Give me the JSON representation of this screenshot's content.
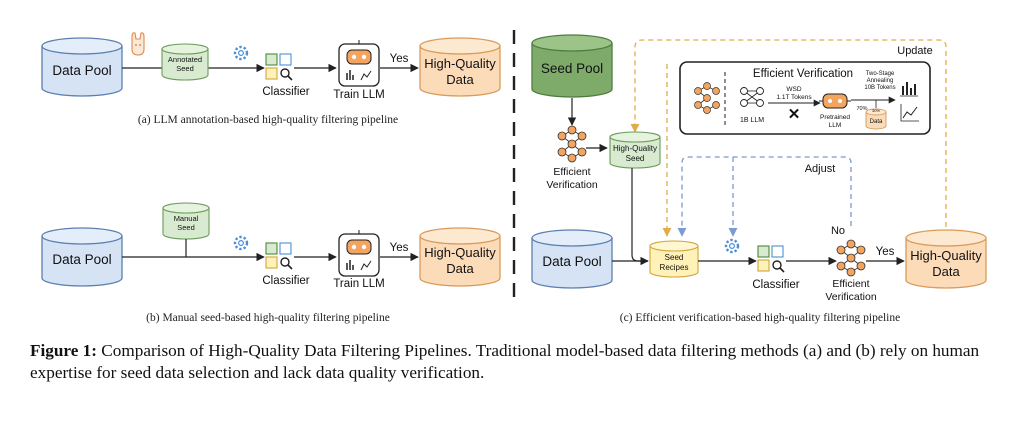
{
  "panel_a": {
    "data_pool": "Data Pool",
    "annotated_seed": [
      "Annotated",
      "Seed"
    ],
    "classifier": "Classifier",
    "train_llm": "Train LLM",
    "yes": "Yes",
    "hq_data": [
      "High-Quality",
      "Data"
    ],
    "caption": "(a) LLM annotation-based high-quality filtering pipeline"
  },
  "panel_b": {
    "data_pool": "Data Pool",
    "manual_seed": [
      "Manual",
      "Seed"
    ],
    "classifier": "Classifier",
    "train_llm": "Train LLM",
    "yes": "Yes",
    "hq_data": [
      "High-Quality",
      "Data"
    ],
    "caption": "(b) Manual seed-based high-quality filtering pipeline"
  },
  "panel_c": {
    "seed_pool": "Seed Pool",
    "efficient_verification": [
      "Efficient",
      "Verification"
    ],
    "hq_seed": [
      "High-Quality",
      "Seed"
    ],
    "update": "Update",
    "adjust": "Adjust",
    "data_pool": "Data Pool",
    "seed_recipes": [
      "Seed",
      "Recipes"
    ],
    "classifier": "Classifier",
    "no": "No",
    "yes": "Yes",
    "hq_data": [
      "High-Quality",
      "Data"
    ],
    "caption": "(c) Efficient verification-based high-quality filtering pipeline",
    "inset": {
      "title": "Efficient Verification",
      "llm_1b": "1B LLM",
      "wsd": [
        "WSD",
        "1.1T Tokens"
      ],
      "pretrained": [
        "Pretrained",
        "LLM"
      ],
      "annealing": [
        "Two-Stage",
        "Annealing",
        "10B Tokens"
      ],
      "pct70": "70%",
      "pct30": "30%",
      "data": "Data"
    }
  },
  "caption": {
    "label": "Figure 1:",
    "text": " Comparison of High-Quality Data Filtering Pipelines.  Traditional model-based data filtering methods (a) and (b) rely on human expertise for seed data selection and lack data quality verification."
  },
  "colors": {
    "blue_fill": "#d5e3f5",
    "blue_stroke": "#5b7fb0",
    "green_fill": "#d8ebd0",
    "green_stroke": "#6a9a5a",
    "seed_pool_fill": "#7eab6a",
    "orange_fill": "#fcdcb8",
    "orange_stroke": "#d99a5a",
    "yellow_fill": "#fff2b8",
    "yellow_stroke": "#cfa63a",
    "update_dash": "#e0ad4a",
    "adjust_dash": "#7a9cd0"
  }
}
